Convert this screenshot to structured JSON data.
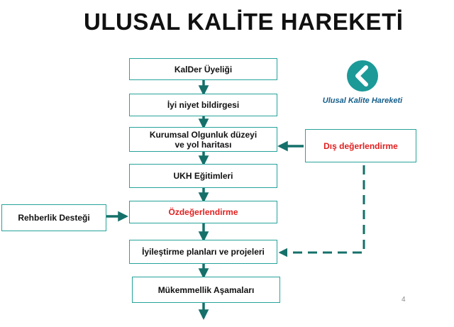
{
  "title": "ULUSAL KALİTE HAREKETİ",
  "flow_steps": [
    "KalDer Üyeliği",
    "İyi niyet bildirgesi",
    "Kurumsal Olgunluk düzeyi\nve yol haritası",
    "UKH Eğitimleri",
    "Özdeğerlendirme",
    "İyileştirme planları ve projeleri",
    "Mükemmellik Aşamaları"
  ],
  "external_inputs": {
    "external_assessment": "Dış değerlendirme",
    "mentoring_support": "Rehberlik Desteği"
  },
  "logo": {
    "text": "Ulusal Kalite Hareketi"
  },
  "page_number": "4",
  "colors": {
    "box_border": "#27a39b",
    "arrow": "#15706a",
    "highlight_text": "#e02020",
    "logo_teal": "#1b9a98",
    "logo_text": "#155e8b"
  }
}
